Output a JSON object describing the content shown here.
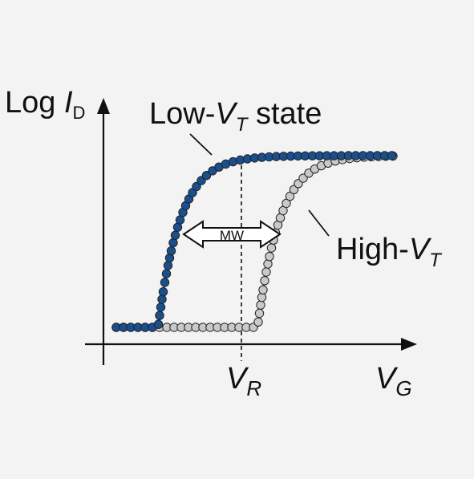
{
  "figure": {
    "y_axis_label": {
      "prefix": "Log ",
      "var": "I",
      "sub": "D"
    },
    "x_axis_label": {
      "var": "V",
      "sub": "G"
    },
    "read_voltage_label": {
      "var": "V",
      "sub": "R"
    },
    "low_state_label": {
      "prefix": "Low-",
      "var": "V",
      "sub": "T",
      "suffix": " state"
    },
    "high_state_label": {
      "prefix": "High-",
      "var": "V",
      "sub": "T"
    },
    "memory_window_label": "MW"
  },
  "colors": {
    "background": "#f3f3f3",
    "axis": "#111111",
    "low_vt_marker": "#1a4f8f",
    "high_vt_marker": "#c9c9c9",
    "curve_line": "#111111"
  },
  "curves": {
    "low_vt": {
      "threshold_offset": 0.0
    },
    "high_vt": {
      "threshold_offset": 0.21
    }
  }
}
